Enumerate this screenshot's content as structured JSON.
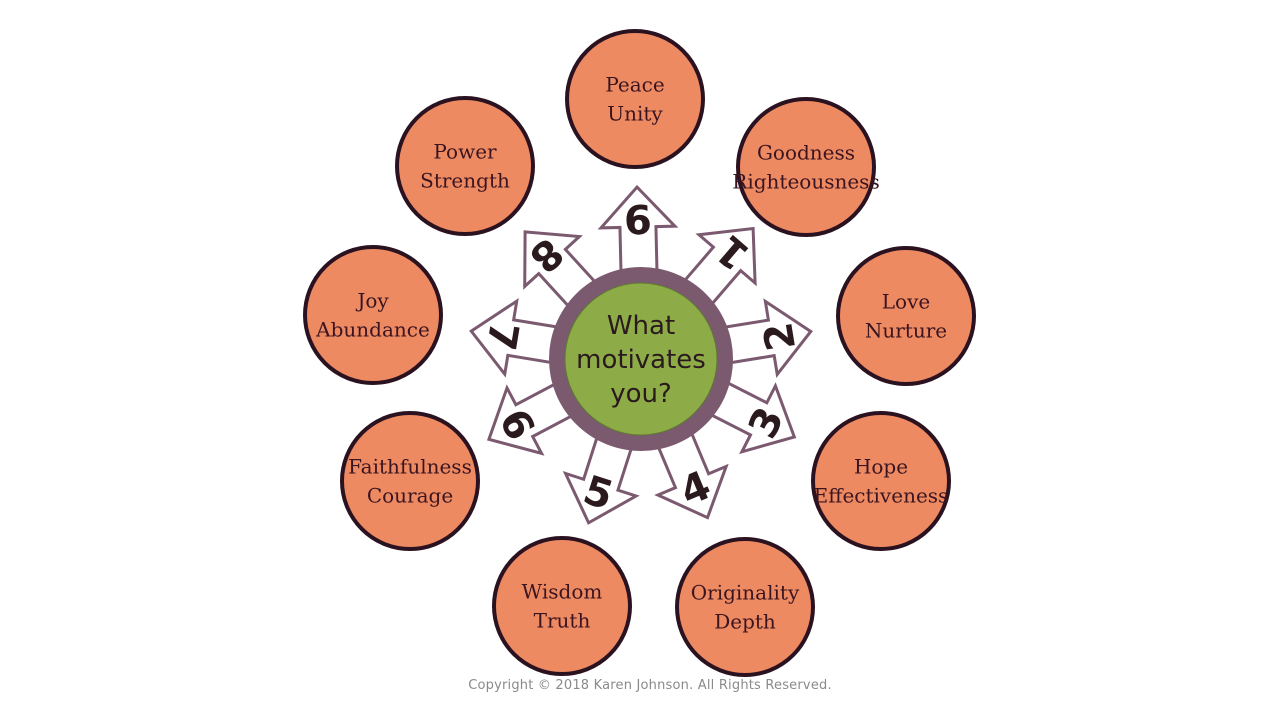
{
  "center": {
    "lines": [
      "What",
      "motivates",
      "you?"
    ]
  },
  "types": [
    {
      "number": "1",
      "lines": [
        "Goodness",
        "Righteousness"
      ]
    },
    {
      "number": "2",
      "lines": [
        "Love",
        "Nurture"
      ]
    },
    {
      "number": "3",
      "lines": [
        "Hope",
        "Effectiveness"
      ]
    },
    {
      "number": "4",
      "lines": [
        "Originality",
        "Depth"
      ]
    },
    {
      "number": "5",
      "lines": [
        "Wisdom",
        "Truth"
      ]
    },
    {
      "number": "6",
      "lines": [
        "Faithfulness",
        "Courage"
      ]
    },
    {
      "number": "7",
      "lines": [
        "Joy",
        "Abundance"
      ]
    },
    {
      "number": "8",
      "lines": [
        "Power",
        "Strength"
      ]
    },
    {
      "number": "9",
      "lines": [
        "Peace",
        "Unity"
      ]
    }
  ],
  "copyright": "Copyright © 2018 Karen Johnson. All Rights Reserved.",
  "colors": {
    "outer_fill": "#ee8a61",
    "outer_stroke": "#2b1220",
    "ring": "#7b5a70",
    "center_fill": "#8dac48",
    "arrow_stroke": "#7b5a70",
    "arrow_fill": "#ffffff"
  }
}
